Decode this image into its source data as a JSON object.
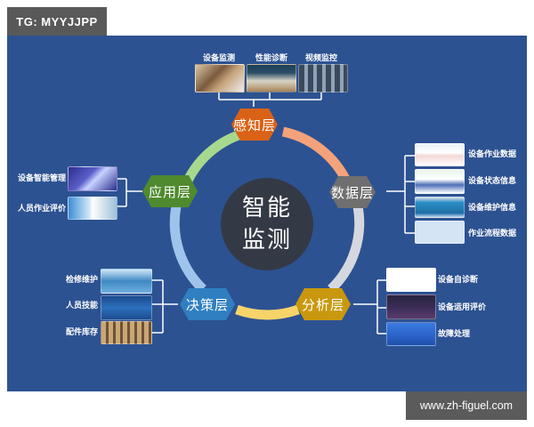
{
  "watermarks": {
    "top": "TG: MYYJJPP",
    "bottom": "www.zh-figuel.com"
  },
  "colors": {
    "background": "#ffffff",
    "panel": "#2d5292",
    "watermark_bg": "#595959",
    "center_circle": "#333a45",
    "ring_orange": "#f4a27a",
    "ring_gray": "#d4d8de",
    "ring_yellow": "#f6d46a",
    "ring_light_blue": "#9fc3ea",
    "ring_green": "#a6d98e",
    "hex_perception": "#d96216",
    "hex_data": "#6f6f6f",
    "hex_analysis": "#c9980e",
    "hex_decision": "#2f7fc1",
    "hex_application": "#4f8a2e"
  },
  "center": {
    "line1": "智能",
    "line2": "监测"
  },
  "layers": {
    "perception": {
      "label": "感知层",
      "items": [
        {
          "label": "设备监测",
          "thumbnail": "equipment-monitoring-photo"
        },
        {
          "label": "性能诊断",
          "thumbnail": "performance-diagnosis-photo"
        },
        {
          "label": "视频监控",
          "thumbnail": "video-surveillance-photo"
        }
      ]
    },
    "data": {
      "label": "数据层",
      "items": [
        {
          "label": "设备作业数据",
          "thumbnail": "chart-screenshot"
        },
        {
          "label": "设备状态信息",
          "thumbnail": "dashboard-screenshot"
        },
        {
          "label": "设备维护信息",
          "thumbnail": "maintenance-screenshot"
        },
        {
          "label": "作业流程数据",
          "thumbnail": "workflow-screenshot"
        }
      ]
    },
    "analysis": {
      "label": "分析层",
      "items": [
        {
          "label": "设备自诊断",
          "thumbnail": "self-diagnosis-diagram"
        },
        {
          "label": "设备运用评价",
          "thumbnail": "evaluation-dashboard"
        },
        {
          "label": "故障处理",
          "thumbnail": "fault-table"
        }
      ]
    },
    "decision": {
      "label": "决策层",
      "items": [
        {
          "label": "检修维护",
          "thumbnail": "maintenance-screen"
        },
        {
          "label": "人员技能",
          "thumbnail": "skills-screen"
        },
        {
          "label": "配件库存",
          "thumbnail": "warehouse-photo"
        }
      ]
    },
    "application": {
      "label": "应用层",
      "items": [
        {
          "label": "设备智能管理",
          "thumbnail": "smart-management-screen"
        },
        {
          "label": "人员作业评价",
          "thumbnail": "staff-evaluation-screen"
        }
      ]
    }
  }
}
